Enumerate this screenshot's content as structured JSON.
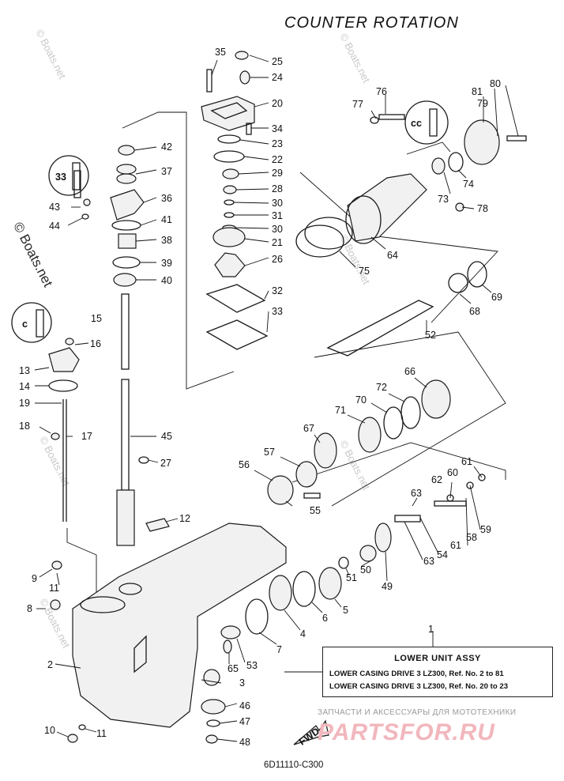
{
  "title": "COUNTER  ROTATION",
  "part_numbers": [
    "1",
    "2",
    "3",
    "4",
    "5",
    "6",
    "7",
    "8",
    "9",
    "10",
    "11",
    "11",
    "12",
    "13",
    "14",
    "15",
    "16",
    "17",
    "18",
    "19",
    "20",
    "21",
    "22",
    "23",
    "24",
    "25",
    "26",
    "27",
    "28",
    "29",
    "30",
    "30",
    "31",
    "32",
    "33",
    "34",
    "35",
    "36",
    "37",
    "38",
    "39",
    "40",
    "41",
    "42",
    "43",
    "44",
    "45",
    "46",
    "47",
    "48",
    "49",
    "50",
    "51",
    "52",
    "53",
    "54",
    "55",
    "56",
    "57",
    "58",
    "59",
    "60",
    "61",
    "61",
    "62",
    "63",
    "63",
    "64",
    "65",
    "66",
    "67",
    "68",
    "69",
    "70",
    "71",
    "72",
    "73",
    "74",
    "75",
    "76",
    "77",
    "78",
    "79",
    "80",
    "81"
  ],
  "assy_box": {
    "title": "LOWER  UNIT  ASSY",
    "line1": "LOWER CASING DRIVE 3 LZ300,   Ref. No. 2 to 81",
    "line2": "LOWER CASING DRIVE 3 LZ300,   Ref. No. 20 to 23"
  },
  "diagram_code": "6D11110-C300",
  "watermark": "© Boats.net",
  "brand_subtitle": "ЗАПЧАСТИ И АКСЕССУАРЫ ДЛЯ МОТОТЕХНИКИ",
  "brand_name": "PARTSFOR.RU",
  "fwd_label": "FWD",
  "callout_codes": [
    "33",
    "c",
    "cc"
  ],
  "colors": {
    "line": "#1a1a1a",
    "brand": "#f1b7bd",
    "watermark": "#c9c9c9"
  }
}
